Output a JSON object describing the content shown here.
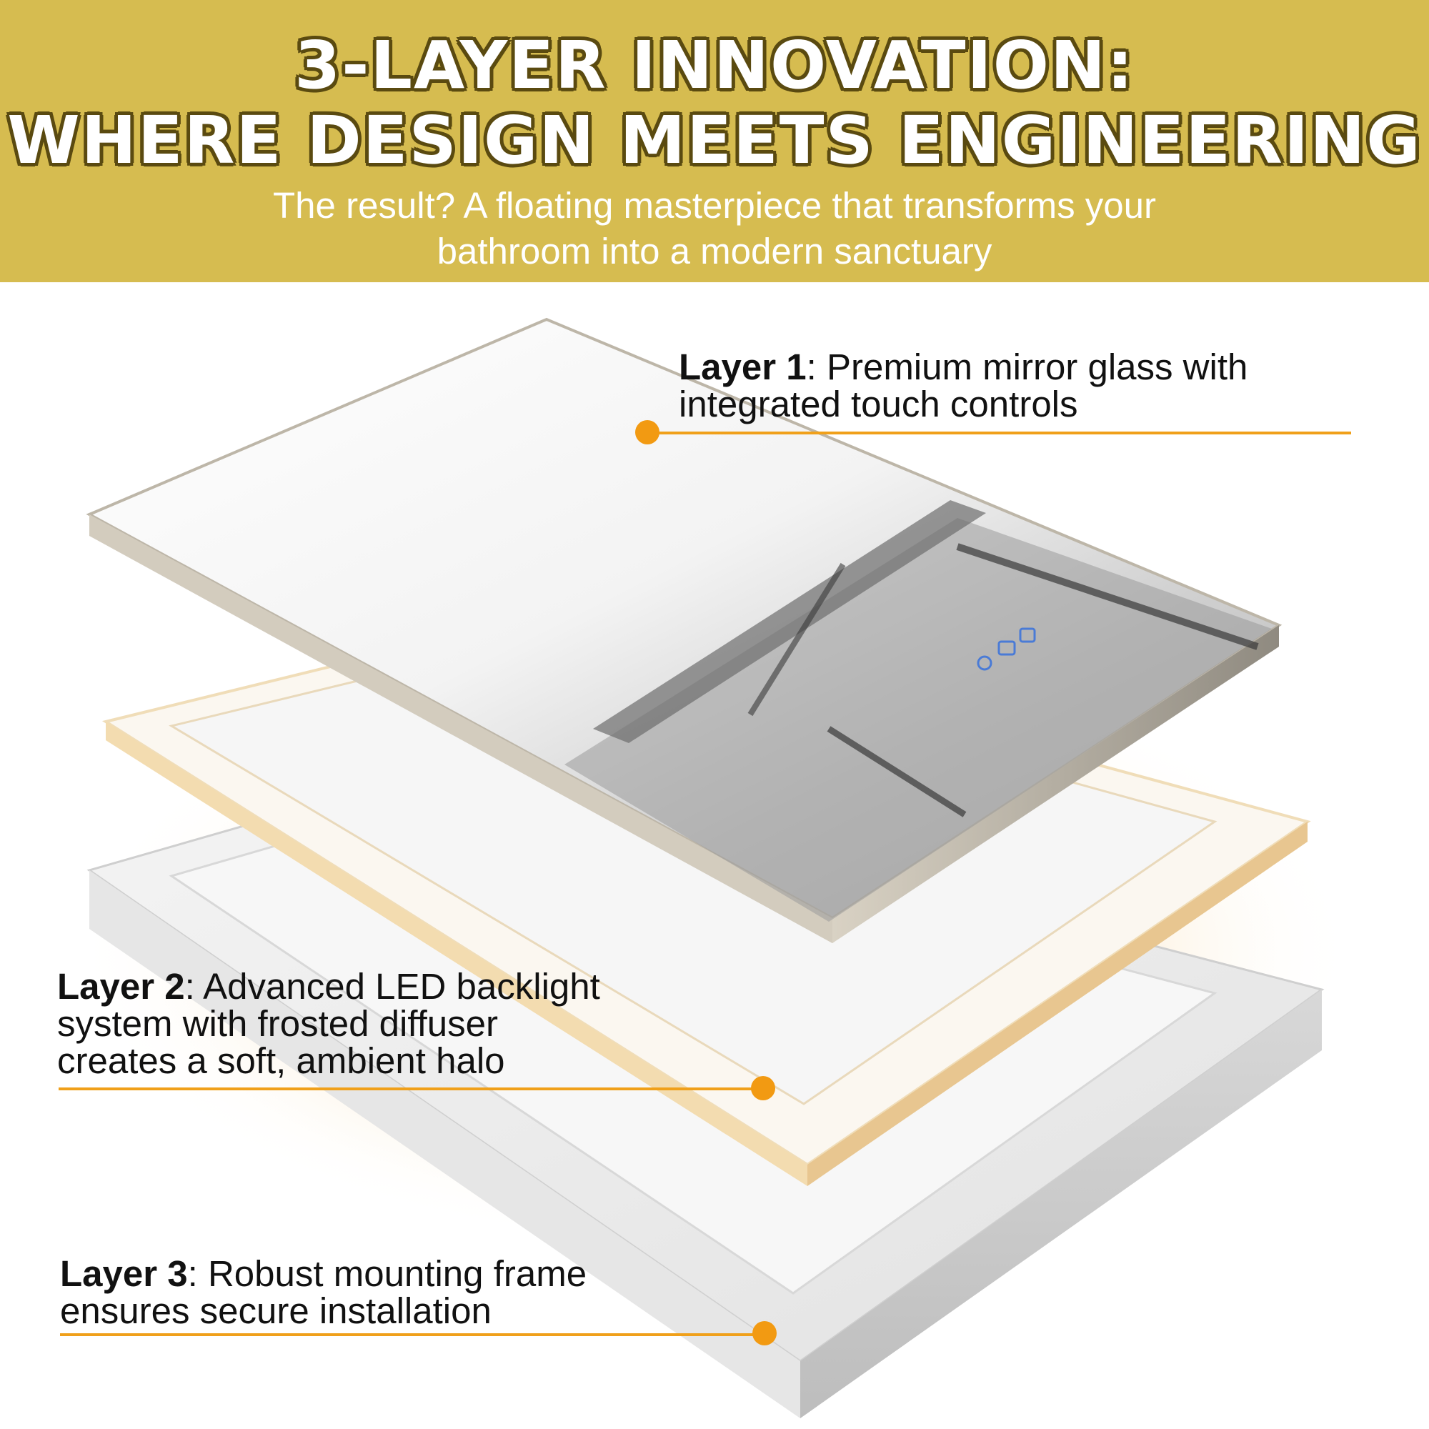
{
  "header": {
    "title_line1": "3-LAYER INNOVATION:",
    "title_line2": "WHERE DESIGN MEETS ENGINEERING",
    "subtitle_line1": "The result? A floating masterpiece that transforms your",
    "subtitle_line2": "bathroom into a modern sanctuary"
  },
  "layers": [
    {
      "label": "Layer 1",
      "line1": ": Premium mirror glass with",
      "line2": "integrated touch controls"
    },
    {
      "label": "Layer 2",
      "line1": ": Advanced LED backlight",
      "line2": "system with frosted diffuser",
      "line3": "creates a soft, ambient halo"
    },
    {
      "label": "Layer 3",
      "line1": ": Robust mounting frame",
      "line2": "ensures secure installation"
    }
  ],
  "colors": {
    "header_background": "#d6bc50",
    "headline_outline": "#5a4a10",
    "accent": "#f29a12",
    "text": "#111111"
  },
  "icons": [
    "touch-control-icon",
    "bluetooth-icon",
    "defog-icon",
    "callout-dot-icon"
  ]
}
